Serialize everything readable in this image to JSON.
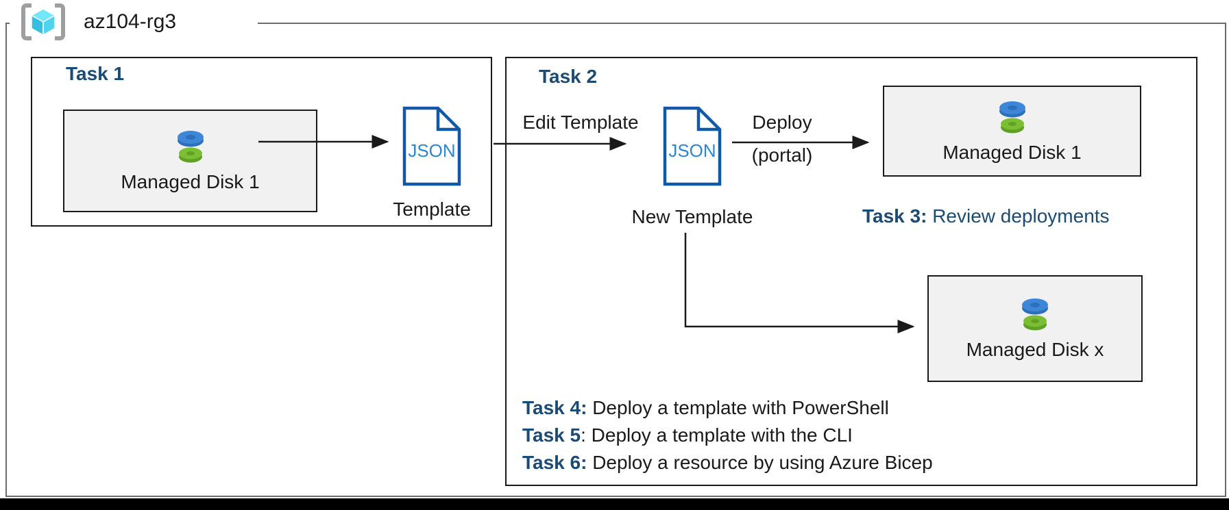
{
  "resource_group": {
    "name": "az104-rg3"
  },
  "task1": {
    "title": "Task 1",
    "managed_disk": {
      "label": "Managed Disk 1"
    },
    "json_label": "JSON",
    "template_caption": "Template"
  },
  "task2": {
    "title": "Task 2",
    "edit_template_label": "Edit Template",
    "json_label": "JSON",
    "new_template_caption": "New Template",
    "deploy_label": "Deploy",
    "deploy_sublabel": "(portal)",
    "managed_disk_1": {
      "label": "Managed Disk 1"
    },
    "managed_disk_x": {
      "label": "Managed Disk x"
    },
    "task3": {
      "bold": "Task 3:",
      "rest": " Review deployments"
    },
    "task_list": [
      {
        "bold": "Task 4:",
        "rest": " Deploy a template with PowerShell"
      },
      {
        "bold": "Task 5",
        "rest": ": Deploy a template with the CLI"
      },
      {
        "bold": "Task 6:",
        "rest": " Deploy a resource by using Azure Bicep"
      }
    ]
  },
  "colors": {
    "task_title_blue": "#1b4a73",
    "json_doc_border": "#1158a7",
    "json_text_blue": "#2e86d0",
    "disk_blue": "#3e87d8",
    "disk_blue_rim": "#2d6fb8",
    "disk_green": "#7cbe33",
    "disk_green_rim": "#5fa122",
    "box_fill_gray": "#f1f1f1",
    "rg_border_gray": "#6b6b6b",
    "cube_top": "#73e7fa",
    "cube_left": "#34bee0",
    "cube_right": "#50d3ef",
    "bracket_gray": "#9e9e9e"
  }
}
